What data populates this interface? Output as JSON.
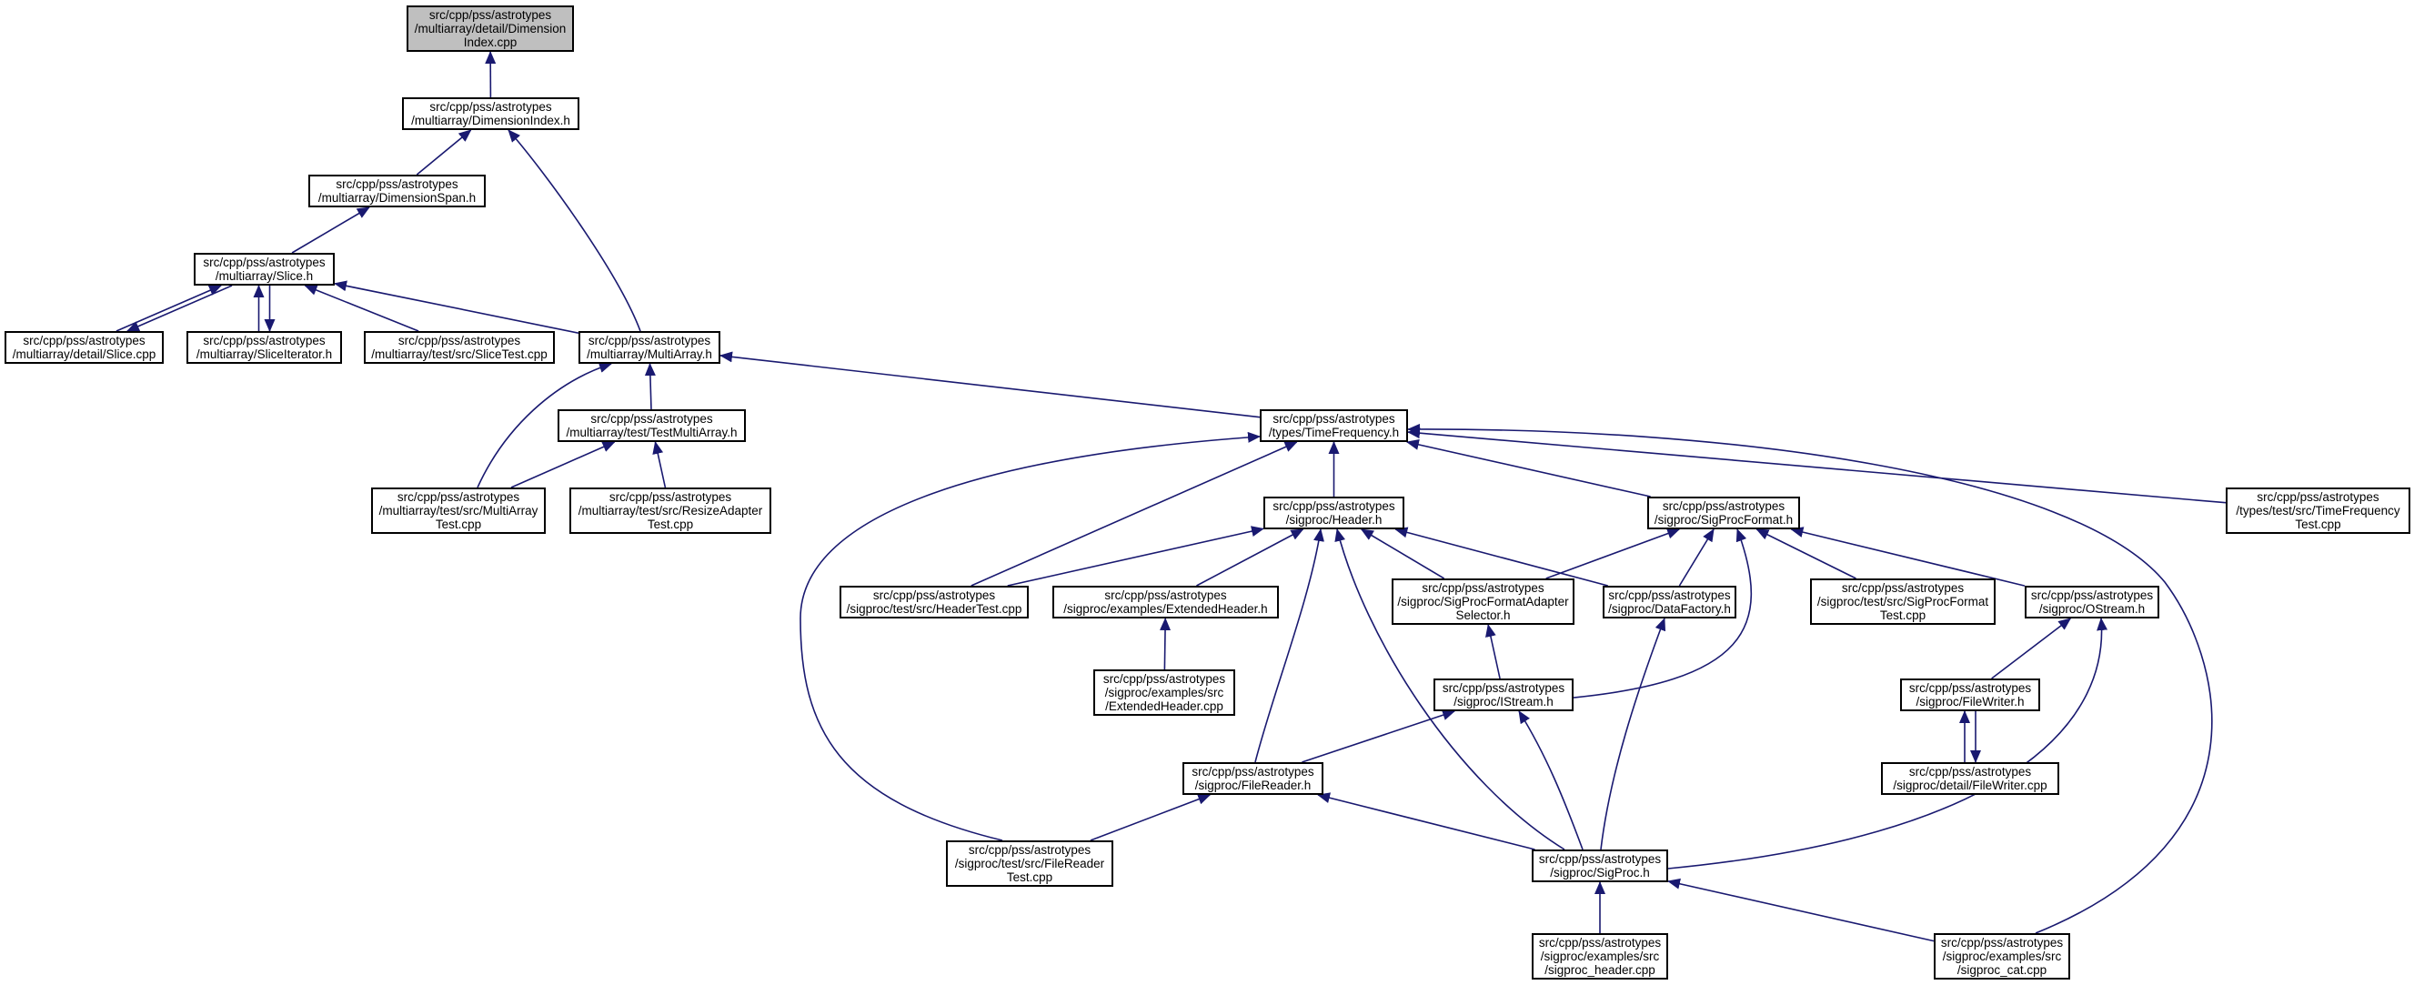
{
  "colors": {
    "edge": "#191970",
    "root_fill": "#bfbfbf",
    "node_fill": "#ffffff",
    "border": "#000000"
  },
  "nodes": [
    {
      "id": "dimindex_cpp",
      "root": true,
      "lines": [
        "src/cpp/pss/astrotypes",
        "/multiarray/detail/Dimension",
        "Index.cpp"
      ]
    },
    {
      "id": "dimindex_h",
      "lines": [
        "src/cpp/pss/astrotypes",
        "/multiarray/DimensionIndex.h"
      ]
    },
    {
      "id": "dimspan_h",
      "lines": [
        "src/cpp/pss/astrotypes",
        "/multiarray/DimensionSpan.h"
      ]
    },
    {
      "id": "slice_h",
      "lines": [
        "src/cpp/pss/astrotypes",
        "/multiarray/Slice.h"
      ]
    },
    {
      "id": "slice_cpp",
      "lines": [
        "src/cpp/pss/astrotypes",
        "/multiarray/detail/Slice.cpp"
      ]
    },
    {
      "id": "sliceiter_h",
      "lines": [
        "src/cpp/pss/astrotypes",
        "/multiarray/SliceIterator.h"
      ]
    },
    {
      "id": "slicetest_cpp",
      "lines": [
        "src/cpp/pss/astrotypes",
        "/multiarray/test/src/SliceTest.cpp"
      ]
    },
    {
      "id": "multiarray_h",
      "lines": [
        "src/cpp/pss/astrotypes",
        "/multiarray/MultiArray.h"
      ]
    },
    {
      "id": "testmultiarray_h",
      "lines": [
        "src/cpp/pss/astrotypes",
        "/multiarray/test/TestMultiArray.h"
      ]
    },
    {
      "id": "multiarraytest_cpp",
      "lines": [
        "src/cpp/pss/astrotypes",
        "/multiarray/test/src/MultiArray",
        "Test.cpp"
      ]
    },
    {
      "id": "resizeadapter_cpp",
      "lines": [
        "src/cpp/pss/astrotypes",
        "/multiarray/test/src/ResizeAdapter",
        "Test.cpp"
      ]
    },
    {
      "id": "timefreq_h",
      "lines": [
        "src/cpp/pss/astrotypes",
        "/types/TimeFrequency.h"
      ]
    },
    {
      "id": "timefreqtest_cpp",
      "lines": [
        "src/cpp/pss/astrotypes",
        "/types/test/src/TimeFrequency",
        "Test.cpp"
      ]
    },
    {
      "id": "header_h",
      "lines": [
        "src/cpp/pss/astrotypes",
        "/sigproc/Header.h"
      ]
    },
    {
      "id": "sigprocformat_h",
      "lines": [
        "src/cpp/pss/astrotypes",
        "/sigproc/SigProcFormat.h"
      ]
    },
    {
      "id": "headertest_cpp",
      "lines": [
        "src/cpp/pss/astrotypes",
        "/sigproc/test/src/HeaderTest.cpp"
      ]
    },
    {
      "id": "extheader_h",
      "lines": [
        "src/cpp/pss/astrotypes",
        "/sigproc/examples/ExtendedHeader.h"
      ]
    },
    {
      "id": "extheader_cpp",
      "lines": [
        "src/cpp/pss/astrotypes",
        "/sigproc/examples/src",
        "/ExtendedHeader.cpp"
      ]
    },
    {
      "id": "formatadapter_h",
      "lines": [
        "src/cpp/pss/astrotypes",
        "/sigproc/SigProcFormatAdapter",
        "Selector.h"
      ]
    },
    {
      "id": "datafactory_h",
      "lines": [
        "src/cpp/pss/astrotypes",
        "/sigproc/DataFactory.h"
      ]
    },
    {
      "id": "sigprocformattest_cpp",
      "lines": [
        "src/cpp/pss/astrotypes",
        "/sigproc/test/src/SigProcFormat",
        "Test.cpp"
      ]
    },
    {
      "id": "ostream_h",
      "lines": [
        "src/cpp/pss/astrotypes",
        "/sigproc/OStream.h"
      ]
    },
    {
      "id": "istream_h",
      "lines": [
        "src/cpp/pss/astrotypes",
        "/sigproc/IStream.h"
      ]
    },
    {
      "id": "filewriter_h",
      "lines": [
        "src/cpp/pss/astrotypes",
        "/sigproc/FileWriter.h"
      ]
    },
    {
      "id": "filewriter_cpp",
      "lines": [
        "src/cpp/pss/astrotypes",
        "/sigproc/detail/FileWriter.cpp"
      ]
    },
    {
      "id": "filereader_h",
      "lines": [
        "src/cpp/pss/astrotypes",
        "/sigproc/FileReader.h"
      ]
    },
    {
      "id": "filereadertest_cpp",
      "lines": [
        "src/cpp/pss/astrotypes",
        "/sigproc/test/src/FileReader",
        "Test.cpp"
      ]
    },
    {
      "id": "sigproc_h",
      "lines": [
        "src/cpp/pss/astrotypes",
        "/sigproc/SigProc.h"
      ]
    },
    {
      "id": "sigprocheader_cpp",
      "lines": [
        "src/cpp/pss/astrotypes",
        "/sigproc/examples/src",
        "/sigproc_header.cpp"
      ]
    },
    {
      "id": "sigproccat_cpp",
      "lines": [
        "src/cpp/pss/astrotypes",
        "/sigproc/examples/src",
        "/sigproc_cat.cpp"
      ]
    }
  ],
  "edges": [
    [
      "dimindex_h",
      "dimindex_cpp"
    ],
    [
      "dimspan_h",
      "dimindex_h"
    ],
    [
      "multiarray_h",
      "dimindex_h"
    ],
    [
      "slice_h",
      "dimspan_h"
    ],
    [
      "slice_cpp",
      "slice_h"
    ],
    [
      "slice_h",
      "slice_cpp"
    ],
    [
      "sliceiter_h",
      "slice_h"
    ],
    [
      "slice_h",
      "sliceiter_h"
    ],
    [
      "slicetest_cpp",
      "slice_h"
    ],
    [
      "multiarray_h",
      "slice_h"
    ],
    [
      "multiarraytest_cpp",
      "multiarray_h"
    ],
    [
      "testmultiarray_h",
      "multiarray_h"
    ],
    [
      "multiarraytest_cpp",
      "testmultiarray_h"
    ],
    [
      "resizeadapter_cpp",
      "testmultiarray_h"
    ],
    [
      "timefreq_h",
      "multiarray_h"
    ],
    [
      "header_h",
      "timefreq_h"
    ],
    [
      "sigprocformat_h",
      "timefreq_h"
    ],
    [
      "headertest_cpp",
      "timefreq_h"
    ],
    [
      "filereadertest_cpp",
      "timefreq_h"
    ],
    [
      "timefreqtest_cpp",
      "timefreq_h"
    ],
    [
      "sigproccat_cpp",
      "timefreq_h"
    ],
    [
      "headertest_cpp",
      "header_h"
    ],
    [
      "extheader_h",
      "header_h"
    ],
    [
      "formatadapter_h",
      "header_h"
    ],
    [
      "datafactory_h",
      "header_h"
    ],
    [
      "filereader_h",
      "header_h"
    ],
    [
      "sigproc_h",
      "header_h"
    ],
    [
      "formatadapter_h",
      "sigprocformat_h"
    ],
    [
      "datafactory_h",
      "sigprocformat_h"
    ],
    [
      "istream_h",
      "sigprocformat_h"
    ],
    [
      "sigprocformattest_cpp",
      "sigprocformat_h"
    ],
    [
      "ostream_h",
      "sigprocformat_h"
    ],
    [
      "extheader_cpp",
      "extheader_h"
    ],
    [
      "istream_h",
      "formatadapter_h"
    ],
    [
      "sigproc_h",
      "datafactory_h"
    ],
    [
      "filereader_h",
      "istream_h"
    ],
    [
      "sigproc_h",
      "istream_h"
    ],
    [
      "filewriter_h",
      "ostream_h"
    ],
    [
      "sigproc_h",
      "ostream_h"
    ],
    [
      "filewriter_cpp",
      "filewriter_h"
    ],
    [
      "filewriter_h",
      "filewriter_cpp"
    ],
    [
      "filereadertest_cpp",
      "filereader_h"
    ],
    [
      "sigproc_h",
      "filereader_h"
    ],
    [
      "sigprocheader_cpp",
      "sigproc_h"
    ],
    [
      "sigproccat_cpp",
      "sigproc_h"
    ]
  ]
}
